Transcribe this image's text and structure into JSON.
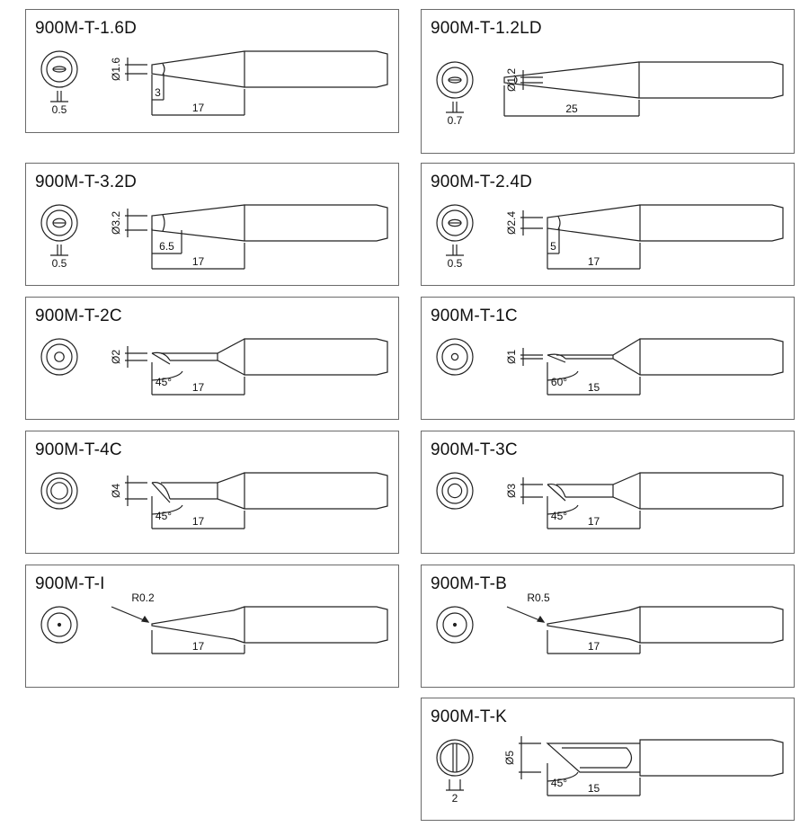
{
  "panels": [
    {
      "title": "900M-T-1.6D",
      "kind": "D",
      "dia": "Ø1.6",
      "sub": "3",
      "length": "17",
      "end": "0.5"
    },
    {
      "title": "900M-T-1.2LD",
      "kind": "LD",
      "dia": "Ø1.2",
      "length": "25",
      "end": "0.7"
    },
    {
      "title": "900M-T-3.2D",
      "kind": "D",
      "dia": "Ø3.2",
      "sub": "6.5",
      "length": "17",
      "end": "0.5"
    },
    {
      "title": "900M-T-2.4D",
      "kind": "D",
      "dia": "Ø2.4",
      "sub": "5",
      "length": "17",
      "end": "0.5"
    },
    {
      "title": "900M-T-2C",
      "kind": "C",
      "dia": "Ø2",
      "angle": "45°",
      "length": "17"
    },
    {
      "title": "900M-T-1C",
      "kind": "C",
      "dia": "Ø1",
      "angle": "60°",
      "length": "15"
    },
    {
      "title": "900M-T-4C",
      "kind": "C",
      "dia": "Ø4",
      "angle": "45°",
      "length": "17"
    },
    {
      "title": "900M-T-3C",
      "kind": "C",
      "dia": "Ø3",
      "angle": "45°",
      "length": "17"
    },
    {
      "title": "900M-T-I",
      "kind": "I",
      "radius": "R0.2",
      "length": "17"
    },
    {
      "title": "900M-T-B",
      "kind": "I",
      "radius": "R0.5",
      "length": "17"
    },
    {
      "title": "900M-T-K",
      "kind": "K",
      "dia": "Ø5",
      "angle": "45°",
      "length": "15",
      "end": "2"
    }
  ]
}
